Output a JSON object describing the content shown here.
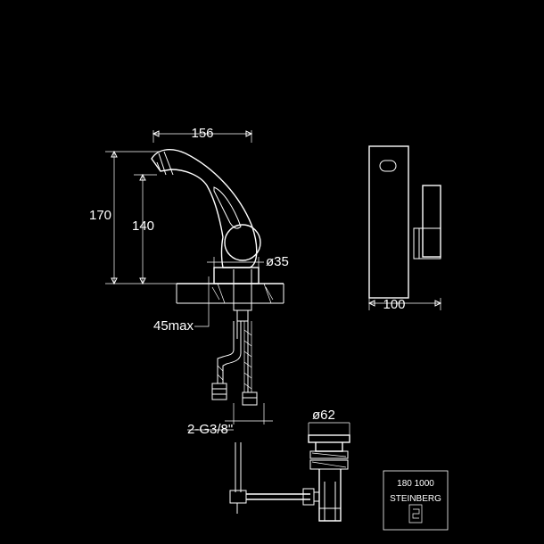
{
  "dimensions": {
    "width_top": "156",
    "height_total": "170",
    "height_spout": "140",
    "base_diameter": "ø35",
    "deck_thickness": "45max",
    "connection": "2-G3/8\"",
    "drain_diameter": "ø62",
    "side_width": "100"
  },
  "title_block": {
    "code": "180 1000",
    "brand": "STEINBERG"
  },
  "colors": {
    "background": "#000000",
    "line": "#ffffff"
  }
}
